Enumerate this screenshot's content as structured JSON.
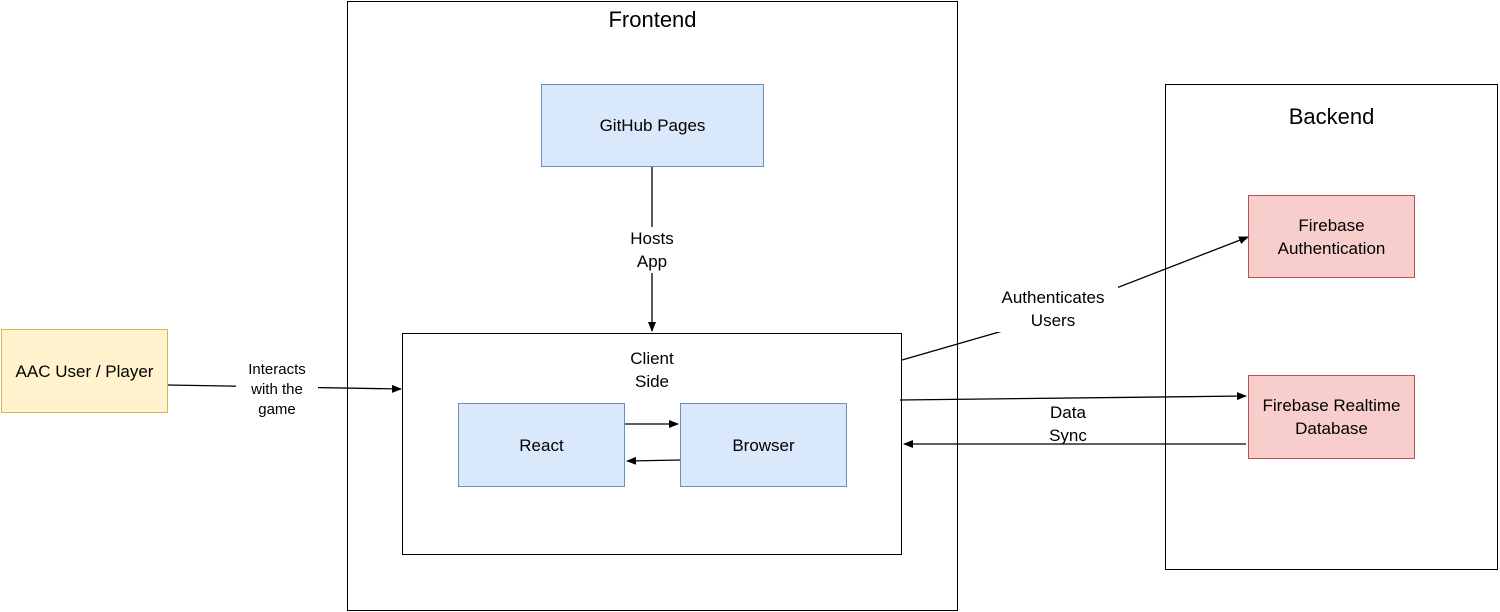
{
  "frontend": {
    "title": "Frontend"
  },
  "backend": {
    "title": "Backend"
  },
  "nodes": {
    "github_pages": "GitHub Pages",
    "client_side": "Client\nSide",
    "react": "React",
    "browser": "Browser",
    "aac_user": "AAC User / Player",
    "firebase_auth": "Firebase\nAuthentication",
    "firebase_db": "Firebase Realtime\nDatabase"
  },
  "edges": {
    "hosts_app": "Hosts\nApp",
    "interacts": "Interacts\nwith the\ngame",
    "authenticates": "Authenticates\nUsers",
    "data_sync": "Data\nSync"
  },
  "colors": {
    "blue_fill": "#dae8fc",
    "blue_stroke": "#6c8ebf",
    "red_fill": "#f8cecc",
    "red_stroke": "#b85450",
    "yellow_fill": "#fff2cc",
    "yellow_stroke": "#d6b656"
  }
}
